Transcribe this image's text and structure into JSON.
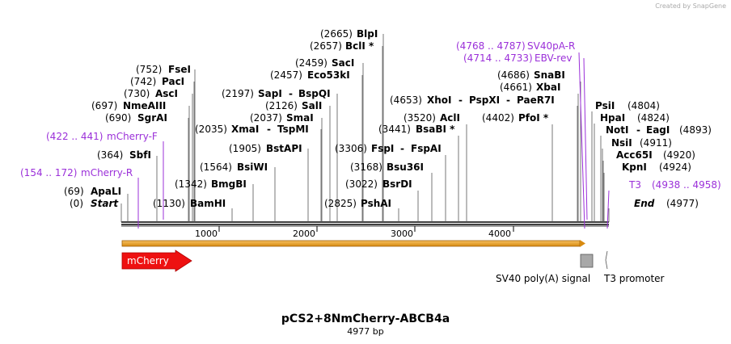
{
  "credit": "Created by SnapGene",
  "plasmid": {
    "name": "pCS2+8NmCherry-ABCB4a",
    "size_label": "4977 bp"
  },
  "ruler_ticks": [
    "1000",
    "2000",
    "3000",
    "4000"
  ],
  "features": {
    "mcherry": "mCherry",
    "sv40": "SV40 poly(A) signal",
    "t3": "T3 promoter"
  },
  "sites": {
    "apali": {
      "pos": "(69)",
      "name": "ApaLI"
    },
    "start": {
      "pos": "(0)",
      "name": "Start"
    },
    "sbfi": {
      "pos": "(364)",
      "name": "SbfI"
    },
    "sgrai": {
      "pos": "(690)",
      "name": "SgrAI"
    },
    "nmeaiii": {
      "pos": "(697)",
      "name": "NmeAIII"
    },
    "asci": {
      "pos": "(730)",
      "name": "AscI"
    },
    "paci": {
      "pos": "(742)",
      "name": "PacI"
    },
    "fsei": {
      "pos": "(752)",
      "name": "FseI"
    },
    "bamhi": {
      "pos": "(1130)",
      "name": "BamHI"
    },
    "bmgbi": {
      "pos": "(1342)",
      "name": "BmgBI"
    },
    "bsiwi": {
      "pos": "(1564)",
      "name": "BsiWI"
    },
    "bstapi": {
      "pos": "(1905)",
      "name": "BstAPI"
    },
    "xmai": {
      "pos": "(2035)",
      "name": "XmaI",
      "iso": "TspMI"
    },
    "smai": {
      "pos": "(2037)",
      "name": "SmaI"
    },
    "sali": {
      "pos": "(2126)",
      "name": "SalI"
    },
    "sapi": {
      "pos": "(2197)",
      "name": "SapI",
      "iso": "BspQI"
    },
    "eco53ki": {
      "pos": "(2457)",
      "name": "Eco53kI"
    },
    "saci": {
      "pos": "(2459)",
      "name": "SacI"
    },
    "bcli": {
      "pos": "(2657)",
      "name": "BclI *"
    },
    "blpi": {
      "pos": "(2665)",
      "name": "BlpI"
    },
    "pshai": {
      "pos": "(2825)",
      "name": "PshAI"
    },
    "bsrdi": {
      "pos": "(3022)",
      "name": "BsrDI"
    },
    "bsu36i": {
      "pos": "(3168)",
      "name": "Bsu36I"
    },
    "fspi": {
      "pos": "(3306)",
      "name": "FspI",
      "iso": "FspAI"
    },
    "bsabi": {
      "pos": "(3441)",
      "name": "BsaBI *"
    },
    "acli": {
      "pos": "(3520)",
      "name": "AclI"
    },
    "pfoi": {
      "pos": "(4402)",
      "name": "PfoI *"
    },
    "xhoi": {
      "pos": "(4653)",
      "name": "XhoI",
      "iso": "PspXI",
      "iso2": "PaeR7I"
    },
    "xbai": {
      "pos": "(4661)",
      "name": "XbaI"
    },
    "snabi": {
      "pos": "(4686)",
      "name": "SnaBI"
    },
    "psii": {
      "pos": "(4804)",
      "name": "PsiI"
    },
    "hpai": {
      "pos": "(4824)",
      "name": "HpaI"
    },
    "noti": {
      "pos": "(4893)",
      "name": "NotI",
      "iso": "EagI"
    },
    "nsii": {
      "pos": "(4911)",
      "name": "NsiI"
    },
    "acc65i": {
      "pos": "(4920)",
      "name": "Acc65I"
    },
    "kpni": {
      "pos": "(4924)",
      "name": "KpnI"
    },
    "end": {
      "pos": "(4977)",
      "name": "End"
    }
  },
  "primers": {
    "mcherryr": {
      "range": "(154 .. 172)",
      "name": "mCherry-R"
    },
    "mcherryf": {
      "range": "(422 .. 441)",
      "name": "mCherry-F"
    },
    "sv40par": {
      "range": "(4768 .. 4787)",
      "name": "SV40pA-R"
    },
    "ebvrev": {
      "range": "(4714 .. 4733)",
      "name": "EBV-rev"
    },
    "t3": {
      "range": "(4938 .. 4958)",
      "name": "T3"
    }
  },
  "colors": {
    "primer": "#9b30d9",
    "mcherry": "#ee1111",
    "orf": "#e8a020",
    "sv40": "#a8a8a8"
  }
}
